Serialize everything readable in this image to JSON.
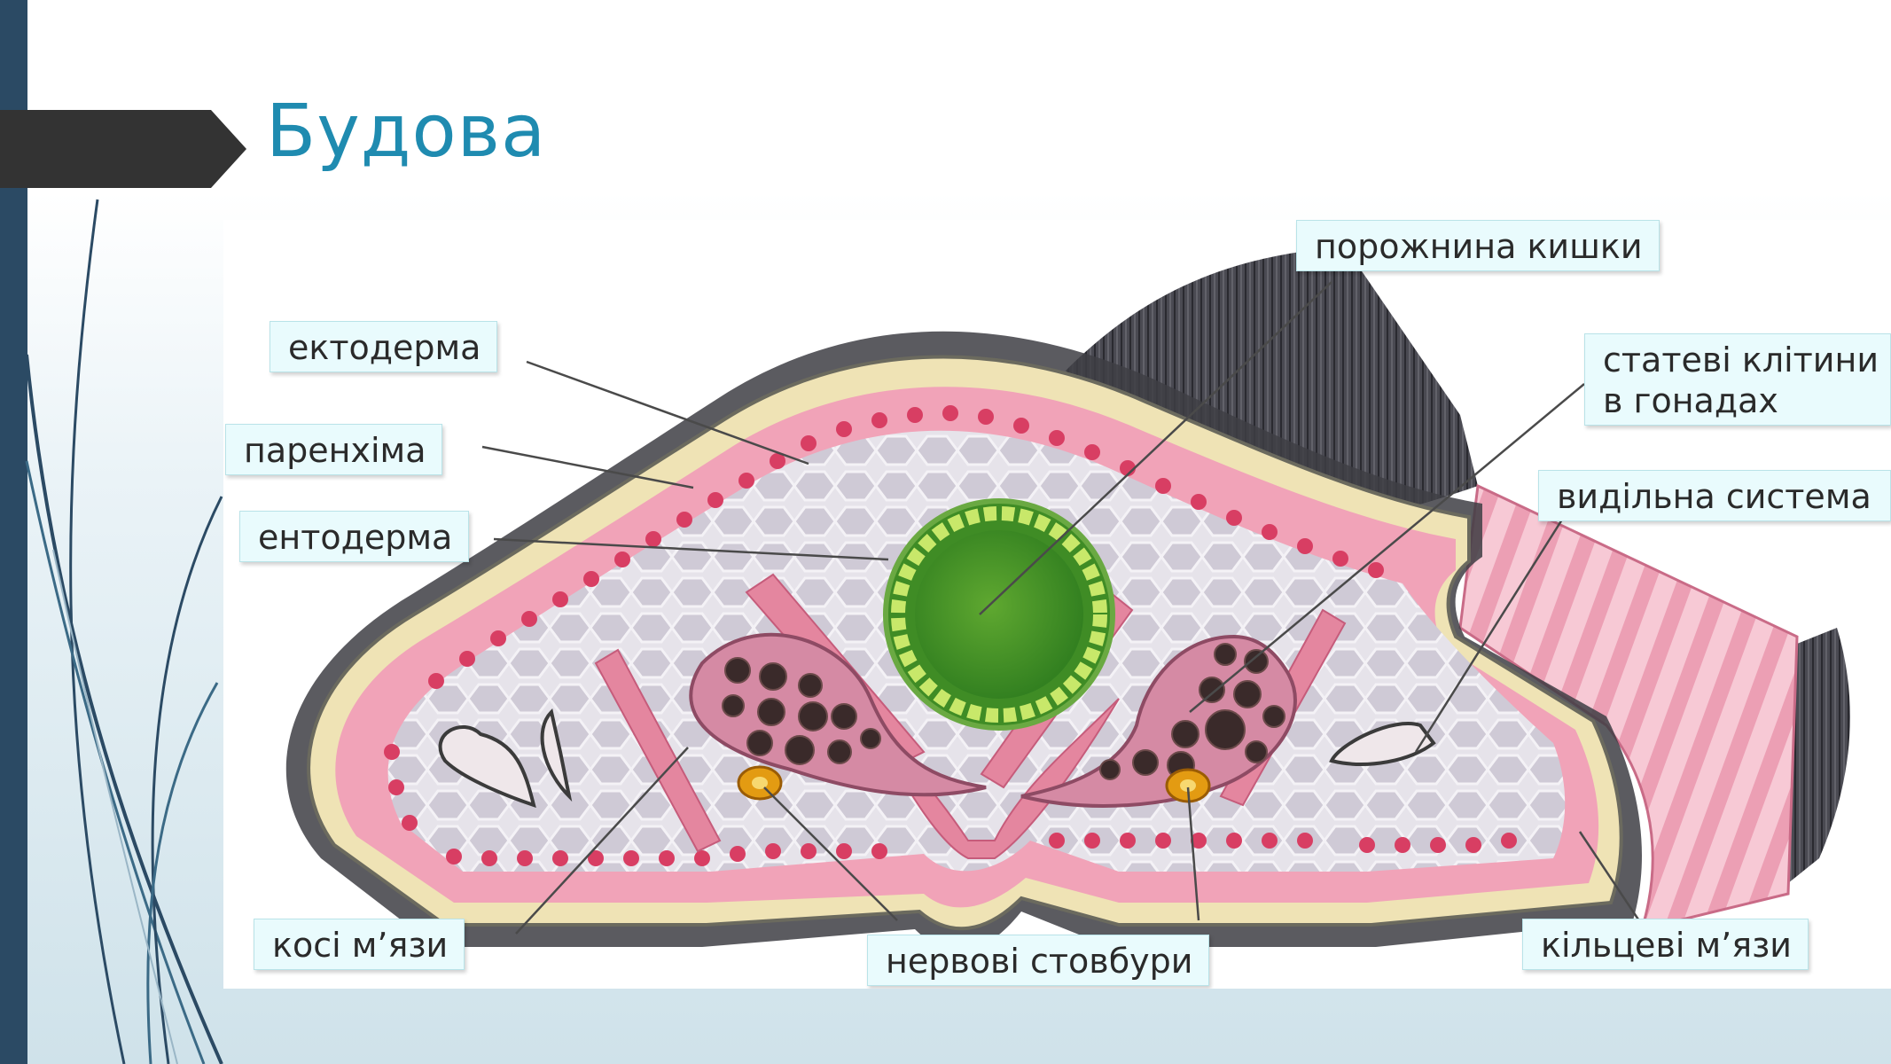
{
  "slide": {
    "title": "Будова",
    "colors": {
      "title": "#1f8bb0",
      "left_bar": "#2b4a64",
      "arrow": "#333333",
      "label_bg": "#e9fbfd",
      "tissue_pink": "#f2a9bd",
      "gut_green": "#5fb33a",
      "ciliated_dark": "#3f3f46"
    }
  },
  "diagram": {
    "labels": {
      "gut_cavity": "порожнина кишки",
      "ectoderm": "ектодерма",
      "parenchyma": "паренхіма",
      "endoderm": "ентодерма",
      "gonads_line1": "статеві клітини",
      "gonads_line2": "в гонадах",
      "excretory": "видільна система",
      "oblique_muscles": "косі м’язи",
      "nerve_cords": "нервові стовбури",
      "circular_muscles": "кільцеві м’язи"
    }
  }
}
